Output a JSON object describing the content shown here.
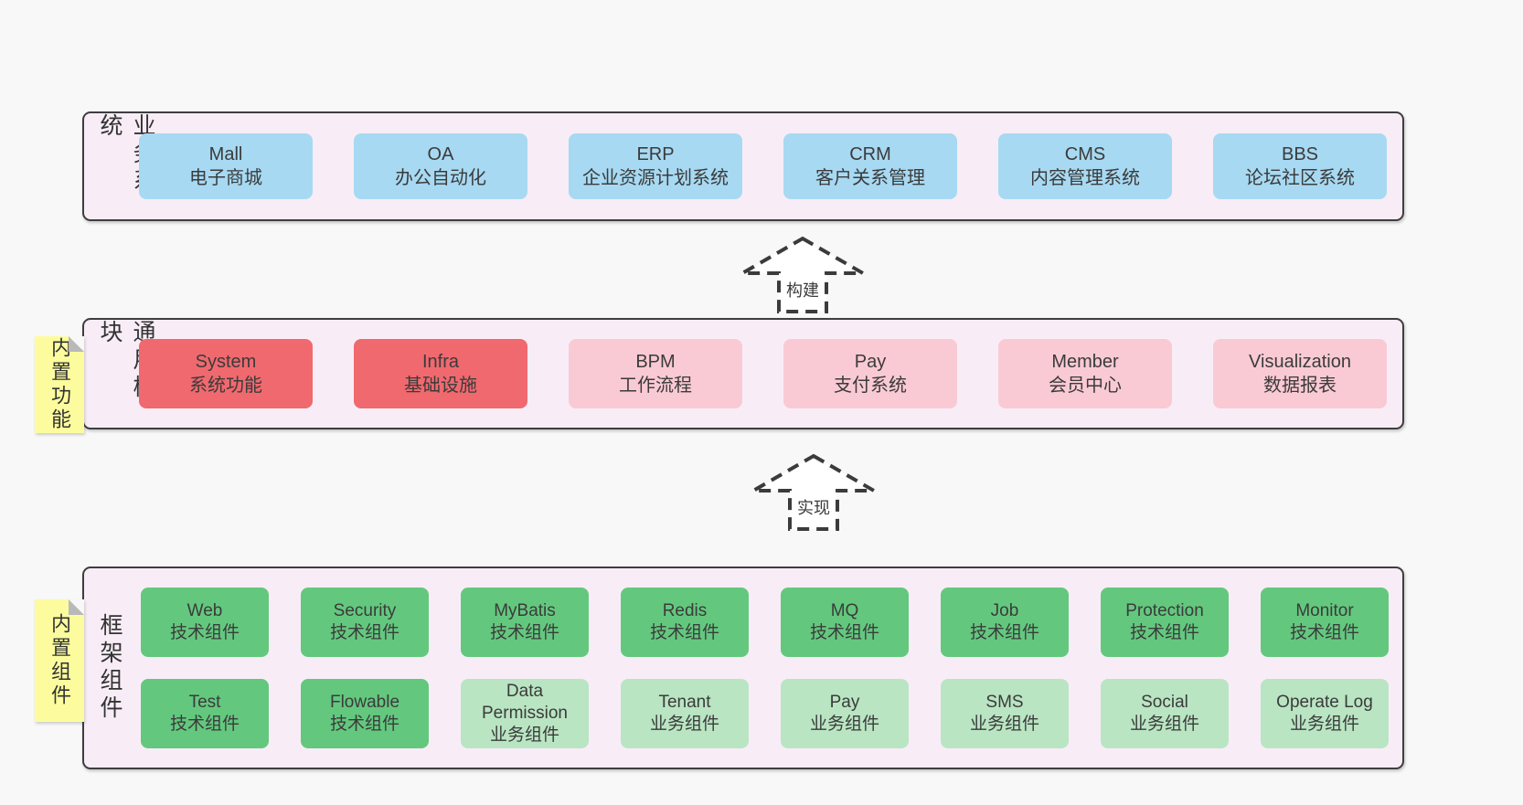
{
  "palette": {
    "page_bg": "#f8f8f8",
    "panel_bg": "#f8edf6",
    "panel_border": "#3e3e3e",
    "blue_box": "#a7d9f2",
    "red_box": "#f0696e",
    "pink_box": "#facad4",
    "green_dark_box": "#63c87e",
    "green_light_box": "#b9e5c2",
    "sticky_yellow": "#fcfc9e",
    "sticky_fold_gray": "#b9b9b9",
    "text": "#3b3b3b"
  },
  "business": {
    "label": "业务系统",
    "boxes": [
      {
        "title": "Mall",
        "subtitle": "电子商城"
      },
      {
        "title": "OA",
        "subtitle": "办公自动化"
      },
      {
        "title": "ERP",
        "subtitle": "企业资源计划系统"
      },
      {
        "title": "CRM",
        "subtitle": "客户关系管理"
      },
      {
        "title": "CMS",
        "subtitle": "内容管理系统"
      },
      {
        "title": "BBS",
        "subtitle": "论坛社区系统"
      }
    ]
  },
  "arrow_build": {
    "label": "构建"
  },
  "modules": {
    "label": "通用模块",
    "sticky": "内置功能",
    "boxes": [
      {
        "title": "System",
        "subtitle": "系统功能"
      },
      {
        "title": "Infra",
        "subtitle": "基础设施"
      },
      {
        "title": "BPM",
        "subtitle": "工作流程"
      },
      {
        "title": "Pay",
        "subtitle": "支付系统"
      },
      {
        "title": "Member",
        "subtitle": "会员中心"
      },
      {
        "title": "Visualization",
        "subtitle": "数据报表"
      }
    ]
  },
  "arrow_implement": {
    "label": "实现"
  },
  "components": {
    "label": "框架组件",
    "sticky": "内置组件",
    "row1": [
      {
        "title": "Web",
        "subtitle": "技术组件"
      },
      {
        "title": "Security",
        "subtitle": "技术组件"
      },
      {
        "title": "MyBatis",
        "subtitle": "技术组件"
      },
      {
        "title": "Redis",
        "subtitle": "技术组件"
      },
      {
        "title": "MQ",
        "subtitle": "技术组件"
      },
      {
        "title": "Job",
        "subtitle": "技术组件"
      },
      {
        "title": "Protection",
        "subtitle": "技术组件"
      },
      {
        "title": "Monitor",
        "subtitle": "技术组件"
      }
    ],
    "row2": [
      {
        "title": "Test",
        "subtitle": "技术组件"
      },
      {
        "title": "Flowable",
        "subtitle": "技术组件"
      },
      {
        "title": "Data Permission",
        "subtitle": "业务组件"
      },
      {
        "title": "Tenant",
        "subtitle": "业务组件"
      },
      {
        "title": "Pay",
        "subtitle": "业务组件"
      },
      {
        "title": "SMS",
        "subtitle": "业务组件"
      },
      {
        "title": "Social",
        "subtitle": "业务组件"
      },
      {
        "title": "Operate Log",
        "subtitle": "业务组件"
      }
    ]
  }
}
